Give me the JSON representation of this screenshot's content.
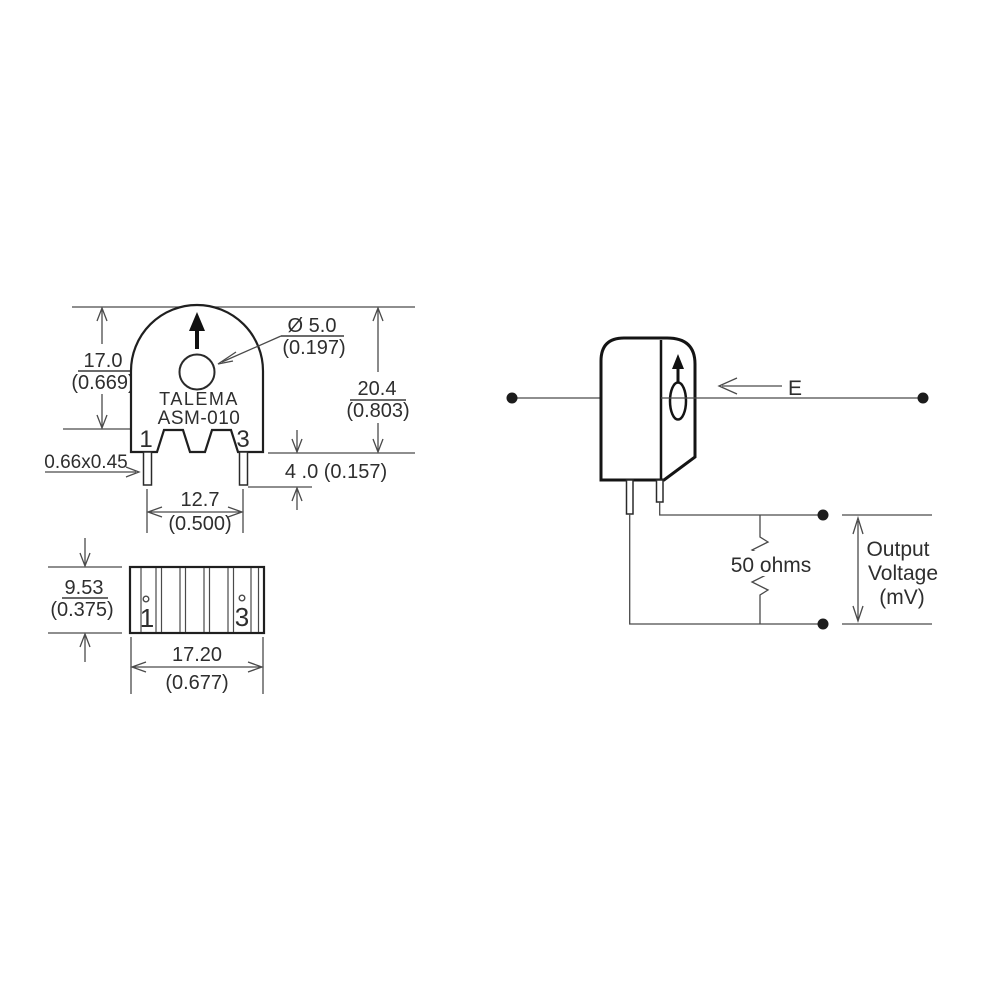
{
  "front_view": {
    "brand": "TALEMA",
    "model": "ASM-010",
    "pin_left_label": "1",
    "pin_right_label": "3",
    "body_height": {
      "mm": "17.0",
      "inch": "(0.669)"
    },
    "hole_diameter": {
      "mm": "Ø 5.0",
      "inch": "(0.197)"
    },
    "overall_height": {
      "mm": "20.4",
      "inch": "(0.803)"
    },
    "pin_length": "4 .0 (0.157)",
    "pin_cross_section": "0.66x0.45",
    "pin_pitch": {
      "mm": "12.7",
      "inch": "(0.500)"
    }
  },
  "bottom_view": {
    "pin_left_label": "1",
    "pin_right_label": "3",
    "depth": {
      "mm": "9.53",
      "inch": "(0.375)"
    },
    "width": {
      "mm": "17.20",
      "inch": "(0.677)"
    }
  },
  "schematic": {
    "primary_current_label": "E",
    "load_resistor_label": "50 ohms",
    "output_label": [
      "Output",
      "Voltage",
      "(mV)"
    ]
  },
  "colors": {
    "background": "#ffffff",
    "line": "#4a4a4a",
    "outline": "#1f1f1f",
    "text": "#2e2e2e"
  }
}
